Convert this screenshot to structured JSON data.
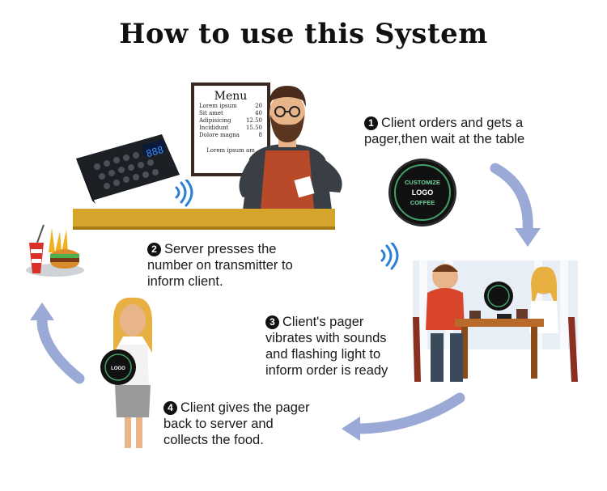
{
  "title": "How to use this System",
  "menu": {
    "title": "Menu",
    "items": [
      {
        "name": "Lorem ipsum",
        "price": "20"
      },
      {
        "name": "Sit amet",
        "price": "40"
      },
      {
        "name": "Adipisicing",
        "price": "12.50"
      },
      {
        "name": "Incididunt",
        "price": "15.50"
      },
      {
        "name": "Dolore magna",
        "price": "8"
      }
    ],
    "footer": "Lorem ipsum am"
  },
  "steps": [
    {
      "num": "1",
      "text": "Client orders and gets a pager,then  wait at the table"
    },
    {
      "num": "2",
      "text": "Server presses the number on transmitter to inform client."
    },
    {
      "num": "3",
      "text": "Client's pager vibrates with sounds and flashing light to inform order is ready"
    },
    {
      "num": "4",
      "text": "Client gives the pager back to server and collects the food."
    }
  ],
  "pager_label": {
    "top": "CUSTOMIZE",
    "mid": "LOGO",
    "bottom": "COFFEE"
  },
  "transmitter_display": "888",
  "colors": {
    "arrow": "#9ba9d6",
    "counter": "#d4a52a",
    "wifi": "#2a7fd6",
    "pager_ring": "#3fa06a"
  }
}
